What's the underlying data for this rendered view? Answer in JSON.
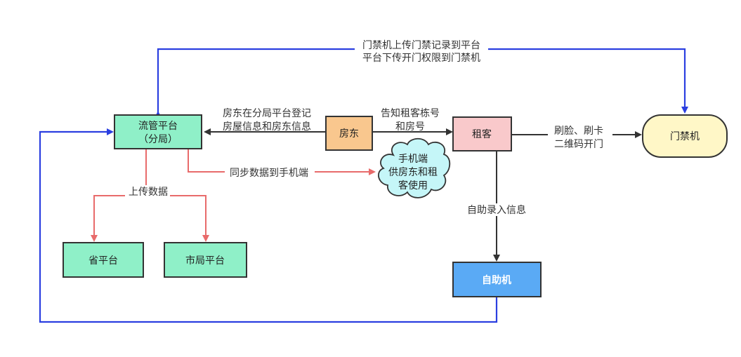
{
  "nodes": {
    "liuguan": {
      "line1": "流管平台",
      "line2": "（分局）"
    },
    "fangdong": {
      "label": "房东"
    },
    "zuke": {
      "label": "租客"
    },
    "menjinji": {
      "label": "门禁机"
    },
    "shoujiduan": {
      "line1": "手机端",
      "line2": "供房东和租",
      "line3": "客使用"
    },
    "sheng": {
      "label": "省平台"
    },
    "shiju": {
      "label": "市局平台"
    },
    "zizhuji": {
      "label": "自助机"
    }
  },
  "edges": {
    "top_loop": {
      "line1": "门禁机上传门禁记录到平台",
      "line2": "平台下传开门权限到门禁机"
    },
    "fangdong_to_liuguan": {
      "line1": "房东在分局平台登记",
      "line2": "房屋信息和房东信息"
    },
    "fangdong_to_zuke": {
      "line1": "告知租客栋号",
      "line2": "和房号"
    },
    "zuke_to_menjin": {
      "line1": "刷脸、刷卡",
      "line2": "二维码开门"
    },
    "sync": {
      "label": "同步数据到手机端"
    },
    "upload": {
      "label": "上传数据"
    },
    "zuke_to_zizhuji": {
      "label": "自助录入信息"
    }
  },
  "colors": {
    "blue_line": "#2B3FE0",
    "red_line": "#E86B6B",
    "dark_line": "#333333",
    "mint_fill": "#8FF0C8",
    "orange_fill": "#F9C78E",
    "pink_fill": "#F9C9CB",
    "yellow_fill": "#FFF7C7",
    "cloud_fill": "#C5F6F8",
    "machine_fill": "#5AAAF5"
  }
}
